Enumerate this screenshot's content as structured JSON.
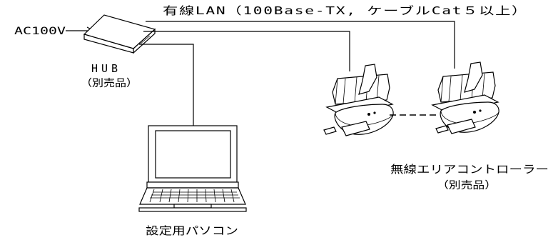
{
  "labels": {
    "lan_cable": "有線LAN（100Base-TX, ケーブルCat５以上）",
    "power_input": "AC100V",
    "hub_name": "HUB",
    "hub_note": "（別売品）",
    "controller_name": "無線エリアコントローラー",
    "controller_note": "（別売品）",
    "pc_name": "設定用パソコン"
  },
  "devices": [
    "hub",
    "access-point-1",
    "access-point-2",
    "setup-pc"
  ]
}
